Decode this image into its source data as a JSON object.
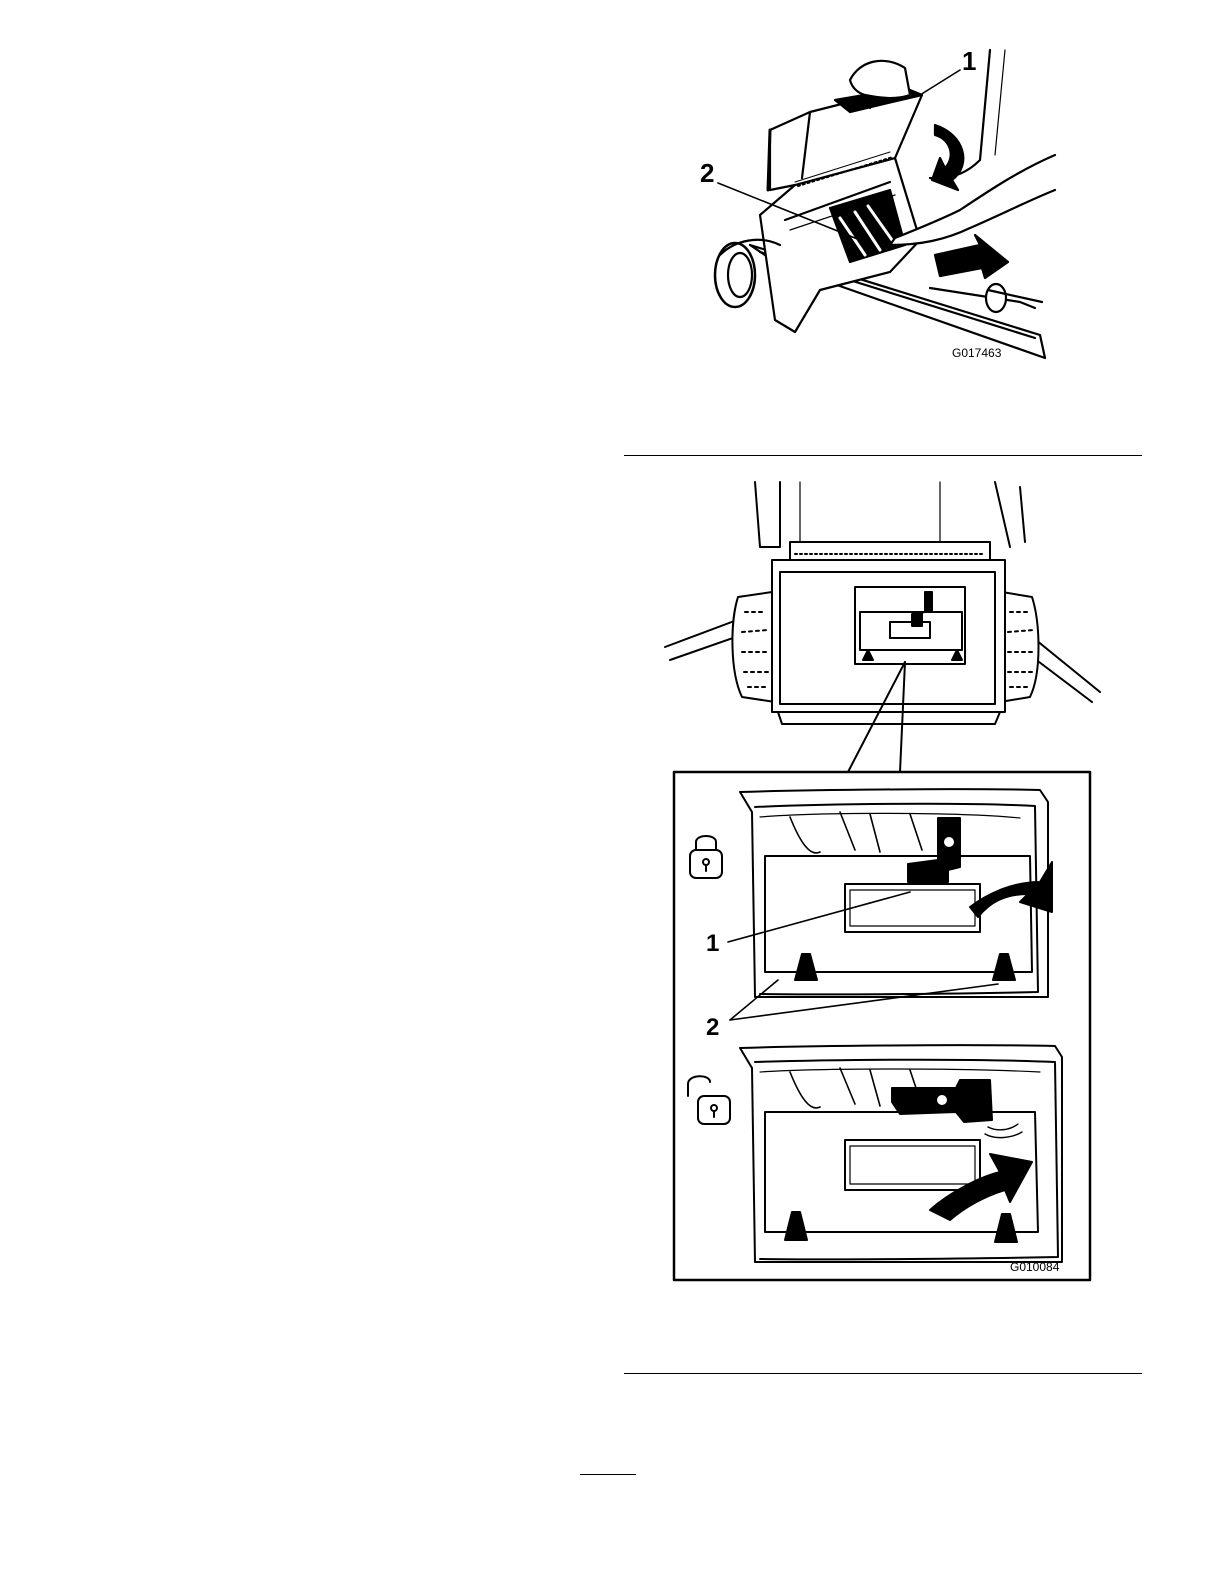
{
  "figures": [
    {
      "code": "G017463",
      "callouts": [
        "1",
        "2"
      ]
    },
    {
      "code": "G010084",
      "callouts": [
        "1",
        "2"
      ],
      "icons": [
        "locked-padlock-icon",
        "unlocked-padlock-icon"
      ]
    }
  ]
}
